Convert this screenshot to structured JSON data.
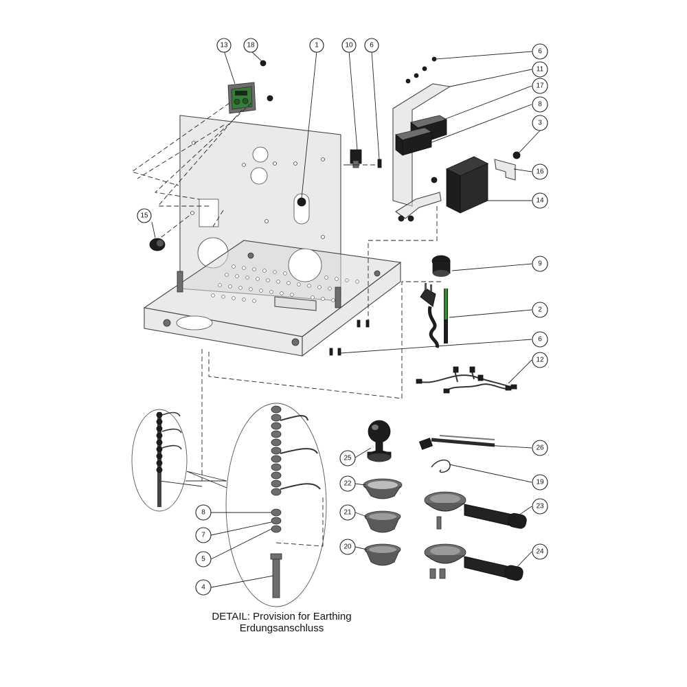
{
  "detail_caption": {
    "line1": "DETAIL: Provision for Earthing",
    "line2": "Erdungsanschluss"
  },
  "callouts": [
    {
      "id": "1"
    },
    {
      "id": "2"
    },
    {
      "id": "3"
    },
    {
      "id": "4"
    },
    {
      "id": "5"
    },
    {
      "id": "6"
    },
    {
      "id": "7"
    },
    {
      "id": "8"
    },
    {
      "id": "9"
    },
    {
      "id": "10"
    },
    {
      "id": "11"
    },
    {
      "id": "12"
    },
    {
      "id": "13"
    },
    {
      "id": "14"
    },
    {
      "id": "15"
    },
    {
      "id": "16"
    },
    {
      "id": "17"
    },
    {
      "id": "18"
    },
    {
      "id": "19"
    },
    {
      "id": "20"
    },
    {
      "id": "21"
    },
    {
      "id": "22"
    },
    {
      "id": "23"
    },
    {
      "id": "24"
    },
    {
      "id": "25"
    },
    {
      "id": "26"
    }
  ]
}
